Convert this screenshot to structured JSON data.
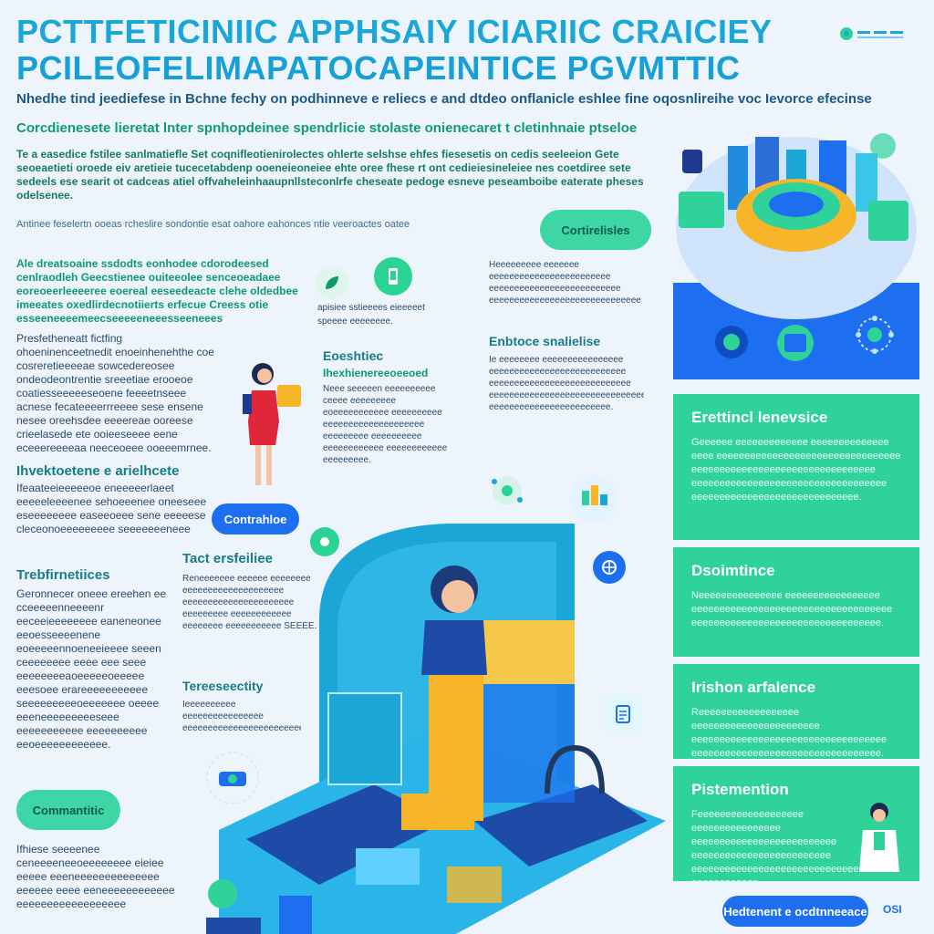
{
  "header": {
    "title_line1": "PCTTFETICINIIC APPHSAIY ICIARIIC CRAICIEY",
    "title_line2": "PCILEOFELIMAPATOCAPEINTICE PGVMTTIC",
    "subtitle": "Nhedhe tind jeediefese in Bchne fechy on podhinneve e reliecs e and dtdeo onflanicle eshlee fine oqosnlireihe voc Ievorce efecinse",
    "section_heading": "Corcdienesete lieretat lnter spnhopdeinee spendrlicie stolaste onienecaret t cletinhnaie ptseloe",
    "intro": "Te a easedice fstilee sanlmatiefle Set coqnifleotienirolectes ohlerte selshse ehfes fiesesetis on cedis seeleeion Gete seoeaetieti oroede eiv aretieie tucecetabdenp ooeneieoneiee ehte oree fhese rt ont cedieiesineleiee nes coetdiree sete sedeels ese searit ot cadceas atiel offvaheleinhaaupnllsteconlrfe cheseate pedoge esneve peseamboibe eaterate pheses odelsenee.",
    "lead": "Antinee feselertn ooeas rcheslire sondontie esat oahore eahonces ntie veeroactes oatee",
    "logo_text": "✣ ·· ·· ··"
  },
  "pills": {
    "continue": "Cortirelisles",
    "continue2": "Contrahloe",
    "community": "Commantitic",
    "bottom": "Hedtenent e ocdtnneeace",
    "page": "OSI"
  },
  "left_column": {
    "block_a_title": "Ale dreatsoaine ssdodts eonhodee cdorodeesed cenlraodleh Geecstienee ouiteeolee senceoeadaee eoreoeerleeeeree eoereal eeseedeacte clehe oldedbee imeeates oxedlirdecnotiierts erfecue Creess otie esseeneeeemeecseeeeeneeesseeneees",
    "block_a_text": "Presfetheneatt fictfing ohoeninenceetnedit enoeinhenehthe coe cosreretieeeeae sowcedereosee ondeodeontrentie sreeetiae erooeoe coatiesseeeeeseoene feeeetnseee acnese fecateeeerrreeee sese ensene nesee oreehsdee eeeereae ooreese crieelasede ete ooieeseeee eene eceeereeeeaa neeceoeee ooeeemrnee.",
    "block_b_title": "Ihvektoetene e arielhcete",
    "block_b_text": "Ifeaateeieeeeeoe eneeeeerlaeet eeeeeleeeenee sehoeeenee oneeseee eseeeeeeee easeeoeee sene eeeeese cleceonoeeeeeeeee seeeeeeeneee",
    "block_c_title": "Trebfirnetiices",
    "block_c_text": "Geronnecer oneee ereehen ee cceeeeenneeeenr eeceeieeeeeeee eaneneonee eeoesseeeenene eoeeeeennoeneeieeee seeen ceeeeeeee eeee eee seee eeeeeeeeaoeeeeeoeeeee eeesoee erareeeeeeeeeee seeeeeeeeeoeeeeeee oeeee eeeneeeeeeeeeseee eeeeeeeeeee eeeeeeeeee eeoeeeeeeeeeeee.",
    "block_d_text": "Ifhiese seeeenee ceneeeeneeoeeeeeeee eieiee eeeee eeeneeeeeeeeeeeeee eeeeee eeee eeneeeeeeeeeeee eeeeeeeeeeeeeeeeee"
  },
  "middle_column": {
    "icon_note": "apisiee sstieeees eieeeeet speeee eeeeeeee.",
    "block_e_title": "Eoeshtiec",
    "block_e_sub": "Ihexhienereeoeeoed",
    "block_e_text": "Neee seeeeen eeeeeeeeee ceeee eeeeeeeee eoeeeeeeeeeee eeeeeeeeee eeeeeeeeeeeeeeeeeeee eeeeeeeee eeeeeeeeee eeeeeeeeeeee eeeeeeeeeeee eeeeeeeee.",
    "block_f_title": "Tact ersfeiliee",
    "block_f_text": "Reneeeeeee eeeeee eeeeeeee eeeeeeeeeeeeeeeeeeee eeeeeeeeeeeeeeeeeeeeee eeeeeeeee eeeeeeeeeeee eeeeeeee eeeeeeeeeee SEEEE.",
    "block_g_title": "Tereeseectity",
    "block_g_text": "Ieeeeeeeeee eeeeeeeeeeeeeeee eeeeeeeeeeeeeeeeeeeeeeee"
  },
  "right_middle_column": {
    "block_h_text": "Heeeeeeeee eeeeeee eeeeeeeeeeeeeeeeeeeeeeee eeeeeeeeeeeeeeeeeeeeeeeeee eeeeeeeeeeeeeeeeeeeeeeeeeeeeee",
    "block_i_title": "Enbtoce snalielise",
    "block_i_text": "Ie eeeeeeee eeeeeeeeeeeeeeee eeeeeeeeeeeeeeeeeeeeeeeeeee eeeeeeeeeeeeeeeeeeeeeeeeeeee eeeeeeeeeeeeeeeeeeeeeeeeeeeeeeeeee eeeeeeeeeeeeeeeeeeeeeeee."
  },
  "panels": [
    {
      "title": "Erettincl lenevsice",
      "body": "Geeeeee eeeeeeeeeeeee eeeeeeeeeeeeee eeee eeeeeeeeeeeeeeeeeeeeeeeeeeeeeeeee eeeeeeeeeeeeeeeeeeeeeeeeeeeeeeeee eeeeeeeeeeeeeeeeeeeeeeeeeeeeeeeeeee eeeeeeeeeeeeeeeeeeeeeeeeeeeeee."
    },
    {
      "title": "Dsoimtince",
      "body": "Neeeeeeeeeeeeeee eeeeeeeeeeeeeeeee eeeeeeeeeeeeeeeeeeeeeeeeeeeeeeeeeeee eeeeeeeeeeeeeeeeeeeeeeeeeeeeeeeeee."
    },
    {
      "title": "Irishon arfalence",
      "body": "Reeeeeeeeeeeeeeeeee eeeeeeeeeeeeeeeeeeeeeee eeeeeeeeeeeeeeeeeeeeeeeeeeeeeeeeeee eeeeeeeeeeeeeeeeeeeeeeeeeeeeeeeeee."
    },
    {
      "title": "Pistemention",
      "body": "Feeeeeeeeeeeeeeeeeee eeeeeeeeeeeeeeee eeeeeeeeeeeeeeeeeeeeeeeeee eeeeeeeeeeeeeeeeeeeeeeeee eeeeeeeeeeeeeeeeeeeeeeeeeeeeeeeeee eeeeeeeeeeee."
    }
  ],
  "colors": {
    "background": "#eef4fb",
    "title_blue": "#1aa7d8",
    "accent_green": "#2fd39a",
    "accent_blue": "#1e6ff0",
    "accent_yellow": "#f7b62a"
  }
}
